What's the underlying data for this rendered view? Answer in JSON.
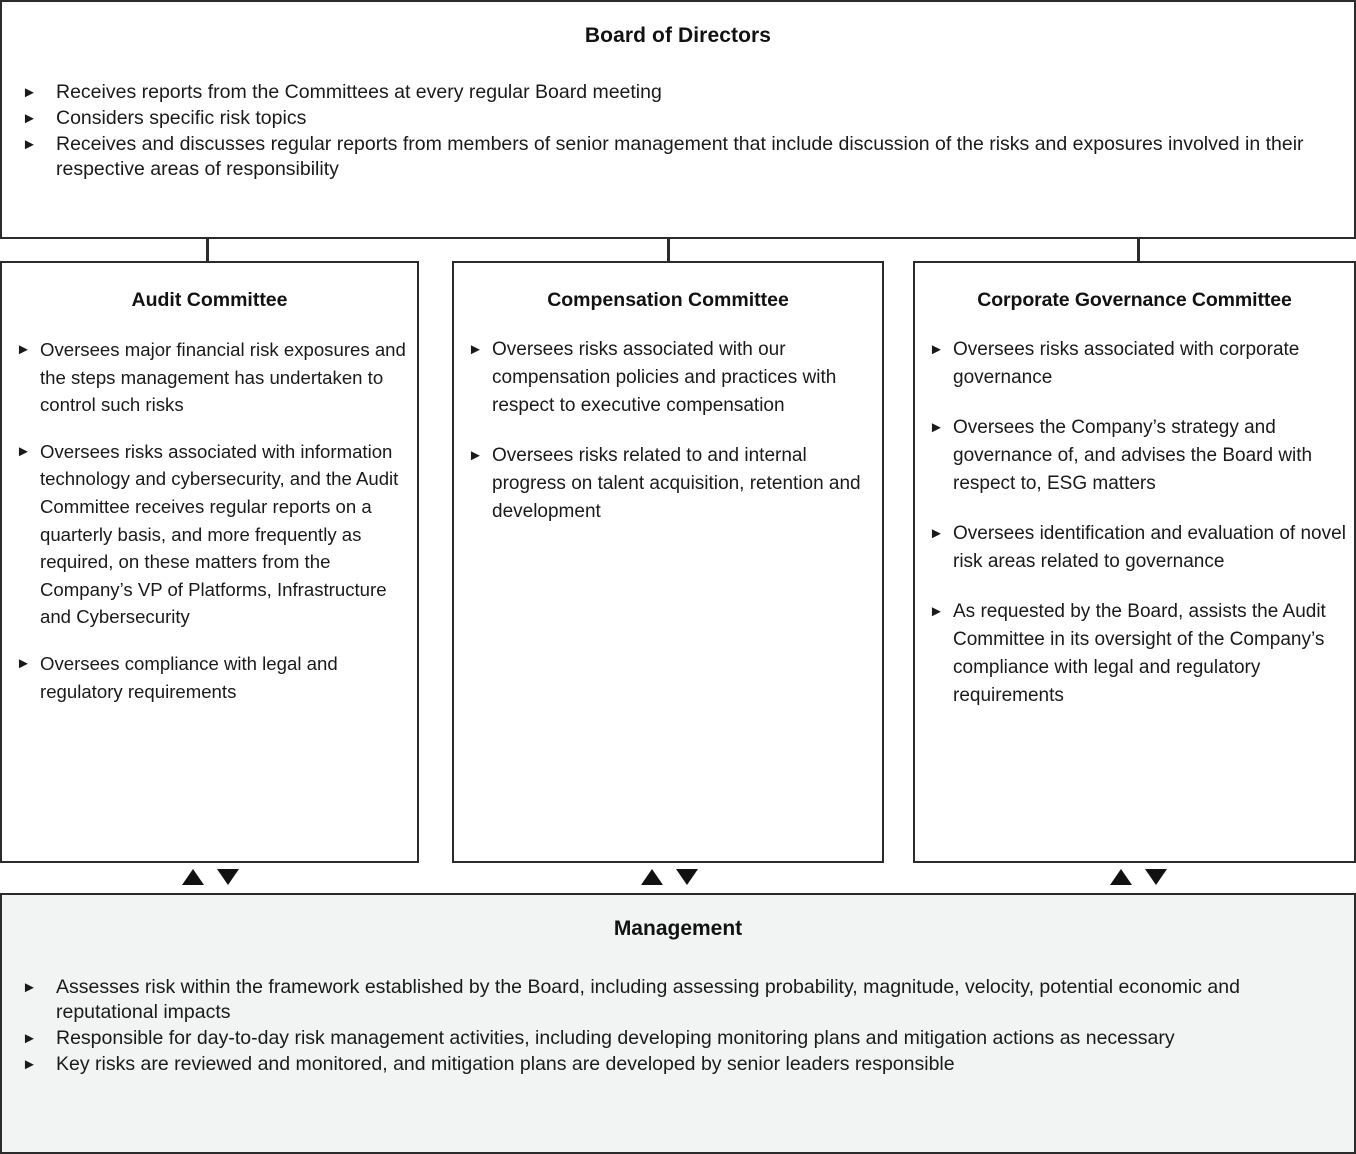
{
  "bullet_glyph": "►",
  "colors": {
    "border": "#2b2b2b",
    "text": "#1a1a1a",
    "management_fill": "#f2f4f3",
    "page_background": "#ffffff",
    "arrow": "#111111"
  },
  "board": {
    "title": "Board of Directors",
    "bullets": [
      "Receives reports from the Committees at every regular Board meeting",
      "Considers specific risk topics",
      "Receives and discusses regular reports from members of senior management that include discussion of the risks and exposures involved in their respective areas of responsibility"
    ]
  },
  "committees": [
    {
      "title": "Audit Committee",
      "bullets": [
        "Oversees major financial risk exposures and the steps management has undertaken to control such risks",
        "Oversees risks associated with information technology and cybersecurity, and the Audit Committee receives regular reports on a quarterly basis, and more frequently as required, on these matters from the Company’s VP of Platforms, Infrastructure and Cybersecurity",
        "Oversees compliance with legal and regulatory requirements"
      ]
    },
    {
      "title": "Compensation Committee",
      "bullets": [
        "Oversees risks associated with our compensation policies and practices with respect to executive compensation",
        "Oversees risks related to and internal progress on talent acquisition, retention and development"
      ]
    },
    {
      "title": "Corporate Governance Committee",
      "bullets": [
        "Oversees risks associated with corporate governance",
        "Oversees the Company’s strategy and governance of, and advises the Board with respect to, ESG matters",
        "Oversees identification and evaluation of novel risk areas related to governance",
        "As requested by the Board, assists the Audit Committee in its oversight of the Company’s compliance with legal and regulatory requirements"
      ]
    }
  ],
  "management": {
    "title": "Management",
    "bullets": [
      "Assesses risk within the framework established by the Board, including assessing probability, magnitude, velocity, potential economic and reputational impacts",
      "Responsible for day-to-day risk management activities, including developing monitoring plans and mitigation actions as necessary",
      "Key risks are reviewed and monitored, and mitigation plans are developed by senior leaders responsible"
    ]
  },
  "connectors": {
    "count": 3,
    "description": "vertical-line"
  },
  "arrow_pairs": {
    "count": 3,
    "icons": [
      "arrow-up-icon",
      "arrow-down-icon"
    ]
  }
}
